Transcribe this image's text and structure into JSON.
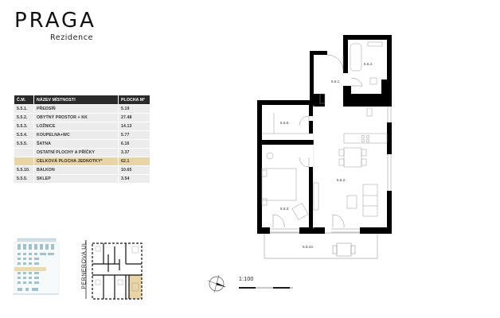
{
  "brand": {
    "title": "PRAGA",
    "subtitle": "Rezidence"
  },
  "table": {
    "headers": [
      "Č.M.",
      "NÁZEV MÍSTNOSTI",
      "PLOCHA M²"
    ],
    "rows": [
      {
        "id": "5.5.1.",
        "name": "PŘEDSÍŇ",
        "area": "5.19"
      },
      {
        "id": "5.5.2.",
        "name": "OBYTNÝ PROSTOR + KK",
        "area": "27.48"
      },
      {
        "id": "5.5.3.",
        "name": "LOŽNICE",
        "area": "14.13"
      },
      {
        "id": "5.5.4.",
        "name": "KOUPELNA+WC",
        "area": "5.77"
      },
      {
        "id": "5.5.5.",
        "name": "ŠATNA",
        "area": "6.16"
      },
      {
        "id": "",
        "name": "OSTATNÍ PLOCHY A PŘÍČKY",
        "area": "3.37"
      },
      {
        "id": "",
        "name": "CELKOVÁ PLOCHA JEDNOTKY*",
        "area": "62.1",
        "highlight": true
      },
      {
        "id": "5.5.10.",
        "name": "BALKON",
        "area": "10.65"
      },
      {
        "id": "5.5.5.",
        "name": "SKLEP",
        "area": "3.54"
      }
    ]
  },
  "plan": {
    "room_labels": {
      "r551": "5.5.1.",
      "r552": "5.5.2.",
      "r553": "5.5.3.",
      "r554": "5.5.4.",
      "r555": "5.5.5.",
      "r5510": "5.5.10."
    }
  },
  "site": {
    "street": "PERNEROVA UL."
  },
  "scale": {
    "label": "1:100"
  },
  "colors": {
    "highlight": "#e8d4a4",
    "header_bg": "#2a2a2a",
    "row_bg": "#ececec",
    "wall": "#000000",
    "facade": "#b9d3dc"
  }
}
